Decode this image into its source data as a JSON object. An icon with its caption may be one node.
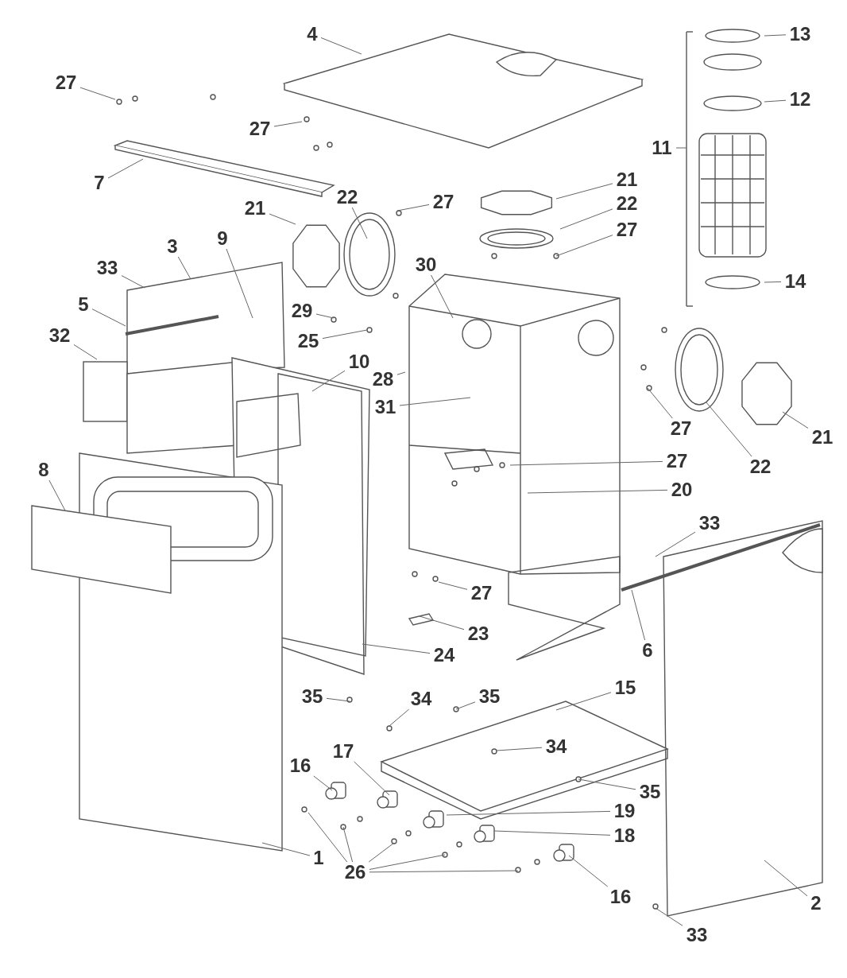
{
  "diagram": {
    "nodes": [
      {
        "text": [
          "4"
        ]
      },
      {
        "text": [
          "27"
        ]
      },
      {
        "text": [
          "27"
        ]
      },
      {
        "text": [
          "7"
        ]
      },
      {
        "text": [
          "13"
        ]
      },
      {
        "text": [
          "12"
        ]
      },
      {
        "text": [
          "11"
        ]
      },
      {
        "text": [
          "21"
        ]
      },
      {
        "text": [
          "22"
        ]
      },
      {
        "text": [
          "27"
        ]
      },
      {
        "text": [
          "14"
        ]
      },
      {
        "text": [
          "21"
        ]
      },
      {
        "text": [
          "22"
        ]
      },
      {
        "text": [
          "27"
        ]
      },
      {
        "text": [
          "3"
        ]
      },
      {
        "text": [
          "9"
        ]
      },
      {
        "text": [
          "33"
        ]
      },
      {
        "text": [
          "30"
        ]
      },
      {
        "text": [
          "29"
        ]
      },
      {
        "text": [
          "25"
        ]
      },
      {
        "text": [
          "5"
        ]
      },
      {
        "text": [
          "32"
        ]
      },
      {
        "text": [
          "10"
        ]
      },
      {
        "text": [
          "28"
        ]
      },
      {
        "text": [
          "31"
        ]
      },
      {
        "text": [
          "27"
        ]
      },
      {
        "text": [
          "22"
        ]
      },
      {
        "text": [
          "21"
        ]
      },
      {
        "text": [
          "27"
        ]
      },
      {
        "text": [
          "20"
        ]
      },
      {
        "text": [
          "8"
        ]
      },
      {
        "text": [
          "33"
        ]
      },
      {
        "text": [
          "27"
        ]
      },
      {
        "text": [
          "23"
        ]
      },
      {
        "text": [
          "24"
        ]
      },
      {
        "text": [
          "6"
        ]
      },
      {
        "text": [
          "15"
        ]
      },
      {
        "text": [
          "35"
        ]
      },
      {
        "text": [
          "34"
        ]
      },
      {
        "text": [
          "35"
        ]
      },
      {
        "text": [
          "34"
        ]
      },
      {
        "text": [
          "17"
        ]
      },
      {
        "text": [
          "16"
        ]
      },
      {
        "text": [
          "35"
        ]
      },
      {
        "text": [
          "19"
        ]
      },
      {
        "text": [
          "18"
        ]
      },
      {
        "text": [
          "1"
        ]
      },
      {
        "text": [
          "26"
        ]
      },
      {
        "text": [
          "16"
        ]
      },
      {
        "text": [
          "2"
        ]
      },
      {
        "text": [
          "33"
        ]
      }
    ],
    "edges": [
      {
        "from": 0,
        "to": null,
        "arrow": "none"
      },
      {
        "from": 1,
        "to": null,
        "arrow": "none"
      },
      {
        "from": 2,
        "to": null,
        "arrow": "none"
      },
      {
        "from": 3,
        "to": null,
        "arrow": "none"
      },
      {
        "from": 4,
        "to": null,
        "arrow": "none"
      },
      {
        "from": 5,
        "to": null,
        "arrow": "none"
      },
      {
        "from": 6,
        "to": null,
        "arrow": "none"
      },
      {
        "from": 7,
        "to": null,
        "arrow": "none"
      },
      {
        "from": 8,
        "to": null,
        "arrow": "none"
      },
      {
        "from": 9,
        "to": null,
        "arrow": "none"
      },
      {
        "from": 10,
        "to": null,
        "arrow": "none"
      },
      {
        "from": 11,
        "to": null,
        "arrow": "none"
      },
      {
        "from": 12,
        "to": null,
        "arrow": "none"
      },
      {
        "from": 13,
        "to": null,
        "arrow": "none"
      },
      {
        "from": 14,
        "to": null,
        "arrow": "none"
      },
      {
        "from": 15,
        "to": null,
        "arrow": "none"
      },
      {
        "from": 16,
        "to": null,
        "arrow": "none"
      },
      {
        "from": 17,
        "to": null,
        "arrow": "none"
      },
      {
        "from": 18,
        "to": null,
        "arrow": "none"
      },
      {
        "from": 19,
        "to": null,
        "arrow": "none"
      },
      {
        "from": 20,
        "to": null,
        "arrow": "none"
      },
      {
        "from": 21,
        "to": null,
        "arrow": "none"
      },
      {
        "from": 22,
        "to": null,
        "arrow": "none"
      },
      {
        "from": 23,
        "to": null,
        "arrow": "none"
      },
      {
        "from": 24,
        "to": null,
        "arrow": "none"
      },
      {
        "from": 25,
        "to": null,
        "arrow": "none"
      },
      {
        "from": 26,
        "to": null,
        "arrow": "none"
      },
      {
        "from": 27,
        "to": null,
        "arrow": "none"
      },
      {
        "from": 28,
        "to": null,
        "arrow": "none"
      },
      {
        "from": 29,
        "to": null,
        "arrow": "none"
      },
      {
        "from": 30,
        "to": null,
        "arrow": "none"
      },
      {
        "from": 31,
        "to": null,
        "arrow": "none"
      },
      {
        "from": 32,
        "to": null,
        "arrow": "none"
      },
      {
        "from": 33,
        "to": null,
        "arrow": "none"
      },
      {
        "from": 34,
        "to": null,
        "arrow": "none"
      },
      {
        "from": 35,
        "to": null,
        "arrow": "none"
      },
      {
        "from": 36,
        "to": null,
        "arrow": "none"
      },
      {
        "from": 37,
        "to": null,
        "arrow": "none"
      },
      {
        "from": 38,
        "to": null,
        "arrow": "none"
      },
      {
        "from": 39,
        "to": null,
        "arrow": "none"
      },
      {
        "from": 40,
        "to": null,
        "arrow": "none"
      },
      {
        "from": 41,
        "to": null,
        "arrow": "none"
      },
      {
        "from": 42,
        "to": null,
        "arrow": "none"
      },
      {
        "from": 43,
        "to": null,
        "arrow": "none"
      },
      {
        "from": 44,
        "to": null,
        "arrow": "none"
      },
      {
        "from": 45,
        "to": null,
        "arrow": "none"
      },
      {
        "from": 46,
        "to": null,
        "arrow": "none"
      },
      {
        "from": 47,
        "to": null,
        "arrow": "none"
      },
      {
        "from": 47,
        "to": null,
        "arrow": "none"
      },
      {
        "from": 47,
        "to": null,
        "arrow": "none"
      },
      {
        "from": 47,
        "to": null,
        "arrow": "none"
      },
      {
        "from": 47,
        "to": null,
        "arrow": "none"
      },
      {
        "from": 48,
        "to": null,
        "arrow": "none"
      },
      {
        "from": 49,
        "to": null,
        "arrow": "none"
      },
      {
        "from": 50,
        "to": null,
        "arrow": "none"
      }
    ]
  }
}
